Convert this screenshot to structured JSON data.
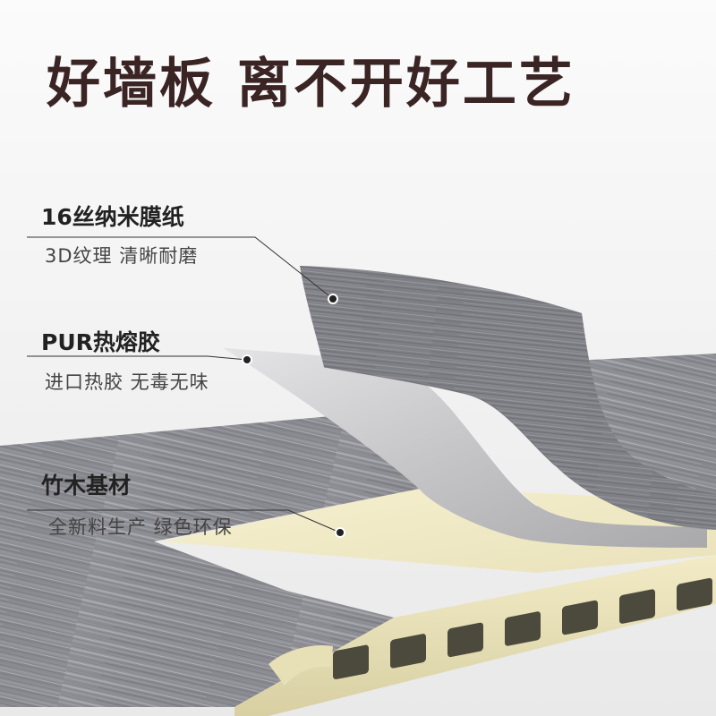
{
  "headline": "好墙板 离不开好工艺",
  "layers": [
    {
      "title": "16丝纳米膜纸",
      "subtitle": "3D纹理 清晰耐磨"
    },
    {
      "title": "PUR热熔胶",
      "subtitle": "进口热胶 无毒无味"
    },
    {
      "title": "竹木基材",
      "subtitle": "全新料生产 绿色环保"
    }
  ],
  "colors": {
    "headline": "#3a2424",
    "wood_grain": "#8f8f96",
    "glue_sheet": "#c9c9cb",
    "substrate": "#efe9c7"
  }
}
